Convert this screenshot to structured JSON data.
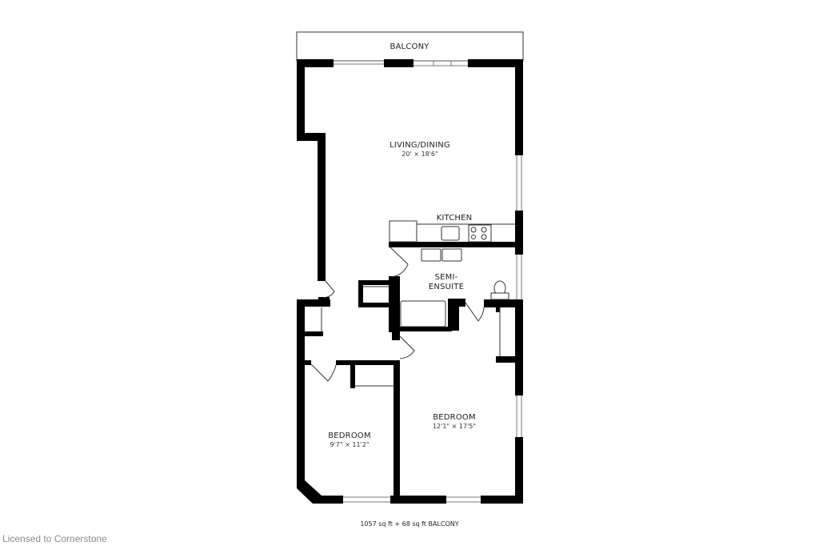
{
  "floorplan": {
    "rooms": [
      {
        "id": "balcony",
        "name": "BALCONY",
        "dimensions": ""
      },
      {
        "id": "living",
        "name": "LIVING/DINING",
        "dimensions": "20' × 18'6\""
      },
      {
        "id": "kitchen",
        "name": "KITCHEN",
        "dimensions": ""
      },
      {
        "id": "bath",
        "name": "SEMI-\nENSUITE",
        "name_line1": "SEMI-",
        "name_line2": "ENSUITE",
        "dimensions": ""
      },
      {
        "id": "bedroom1",
        "name": "BEDROOM",
        "dimensions": "9'7\" × 11'2\""
      },
      {
        "id": "bedroom2",
        "name": "BEDROOM",
        "dimensions": "12'1\" × 17'5\""
      }
    ],
    "area_summary": "1057 sq ft + 68 sq ft BALCONY"
  },
  "watermark": {
    "license": "Licensed to Cornerstone"
  },
  "colors": {
    "wall": "#000000",
    "window": "#888888",
    "background": "#ffffff",
    "text": "#222222",
    "watermark": "#8a8a8a"
  }
}
